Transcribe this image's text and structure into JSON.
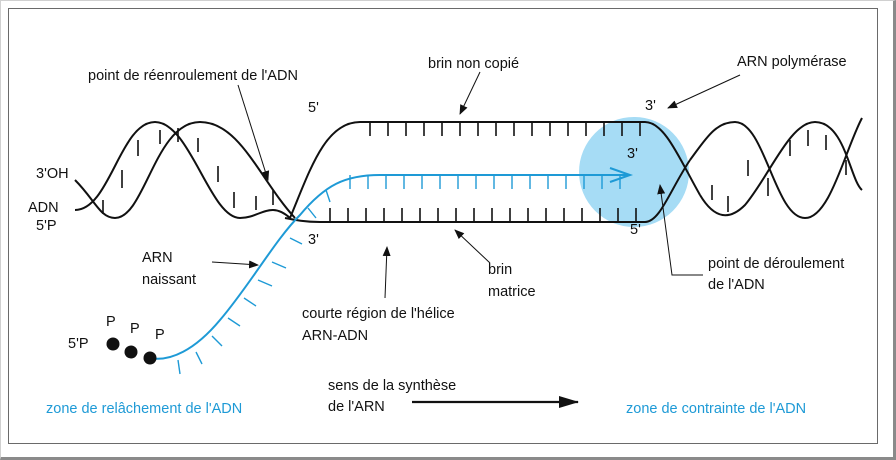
{
  "labels": {
    "reenroulement": "point de réenroulement de l'ADN",
    "brin_non_copie": "brin non copié",
    "arn_polymerase": "ARN polymérase",
    "oh3": "3'OH",
    "adn": "ADN",
    "p5_left": "5'P",
    "five_prime_top": "5'",
    "three_prime_top": "3'",
    "three_prime_mid": "3'",
    "three_prime_bottom": "3'",
    "five_prime_right": "5'",
    "arn": "ARN",
    "naissant": "naissant",
    "brin": "brin",
    "matrice": "matrice",
    "point_deroulement": "point de déroulement",
    "de_l_adn": "de l'ADN",
    "courte_region": "courte région de l'hélice",
    "arn_adn": "ARN-ADN",
    "p_label": "P",
    "p5_rna": "5'P",
    "sens_synthese": "sens de la synthèse",
    "de_l_arn": "de l'ARN",
    "zone_relachement": "zone de relâchement de l'ADN",
    "zone_contrainte": "zone de contrainte de l'ADN"
  },
  "colors": {
    "rna": "#1e9ad6",
    "polymerase": "#a6dcf5",
    "ink": "#111111"
  }
}
